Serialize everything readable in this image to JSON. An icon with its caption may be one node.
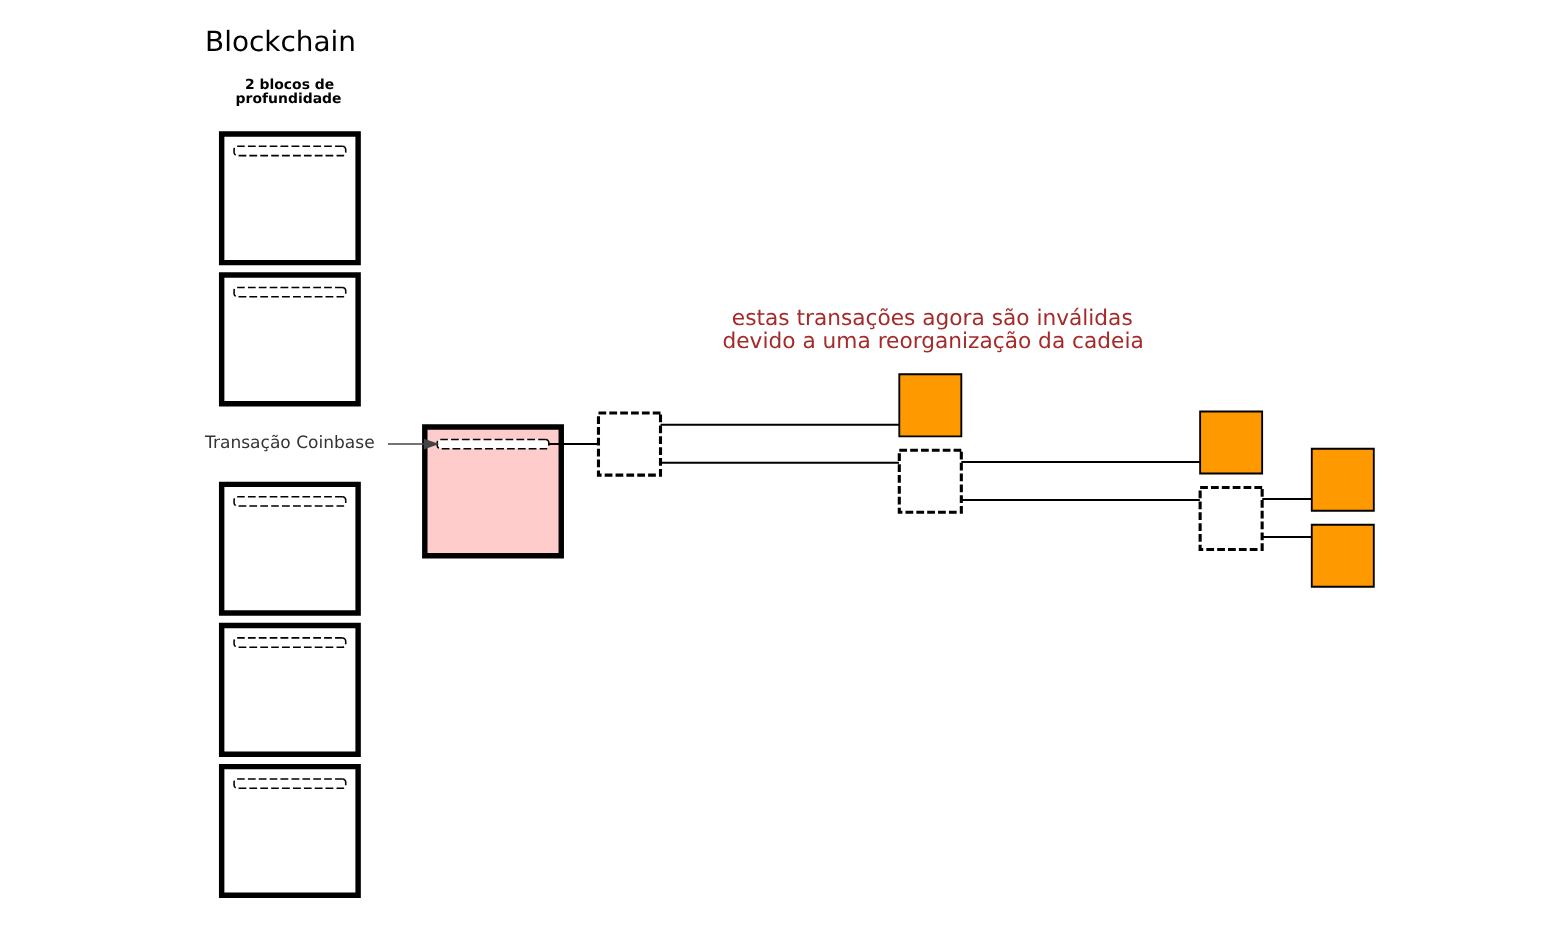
{
  "diagram": {
    "title": "Blockchain",
    "nodes": [
      {
        "text": [],
        "shape": "box"
      },
      {
        "text": [],
        "shape": "bar",
        "in": 0
      },
      {
        "text": [],
        "shape": "box"
      },
      {
        "text": [],
        "shape": "bar",
        "in": 2
      },
      {
        "text": [],
        "shape": "box"
      },
      {
        "text": [],
        "shape": "bar",
        "in": 4
      },
      {
        "text": [],
        "shape": "box"
      },
      {
        "text": [],
        "shape": "bar",
        "in": 6
      },
      {
        "text": [],
        "shape": "box"
      },
      {
        "text": [],
        "shape": "bar",
        "in": 8
      },
      {
        "text": [],
        "shape": "box"
      },
      {
        "text": [],
        "shape": "bar",
        "in": 10
      },
      {
        "text": [
          "Transação Coinbase"
        ]
      },
      {
        "text": [],
        "shape": "box"
      },
      {
        "text": [],
        "shape": "box"
      },
      {
        "text": [],
        "shape": "box"
      },
      {
        "text": [],
        "shape": "box"
      },
      {
        "text": [],
        "shape": "box"
      },
      {
        "text": [],
        "shape": "box"
      },
      {
        "text": [],
        "shape": "box"
      }
    ],
    "edges": [
      {
        "from": 11,
        "to": 13,
        "arrow": "none"
      },
      {
        "from": 13,
        "to": 14,
        "arrow": "none"
      },
      {
        "from": 13,
        "to": 15,
        "arrow": "none"
      },
      {
        "from": 15,
        "to": 16,
        "arrow": "none"
      },
      {
        "from": 15,
        "to": 17,
        "arrow": "none"
      },
      {
        "from": 17,
        "to": 18,
        "arrow": "none"
      },
      {
        "from": 17,
        "to": 19,
        "arrow": "none"
      },
      {
        "from": 12,
        "to": 11,
        "arrow": "to",
        "color": "#444444"
      }
    ],
    "labels": [
      "estas transações agora são inválidas devido a uma reorganização da cadeia",
      "2 blocos de profundidade"
    ]
  }
}
